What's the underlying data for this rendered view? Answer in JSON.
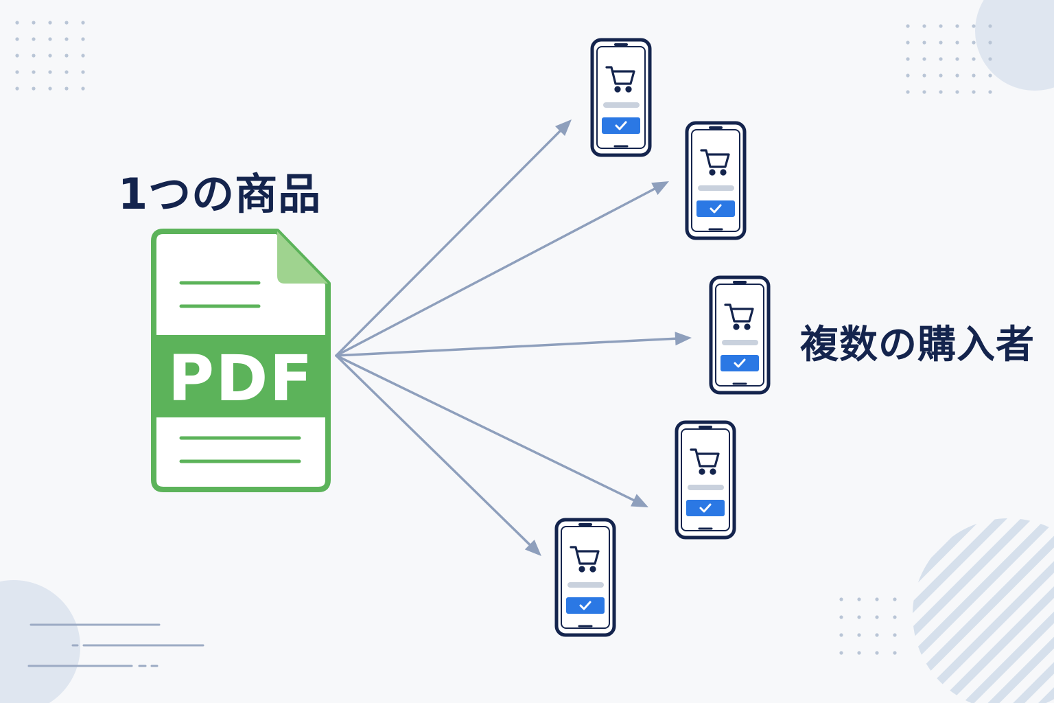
{
  "product_label": "1つの商品",
  "buyers_label": "複数の購入者",
  "document": {
    "format_label": "PDF",
    "icon": "pdf-file-icon"
  },
  "buyer_devices": {
    "count": 5,
    "device_icon": "smartphone-icon",
    "screen_icons": [
      "shopping-cart-icon",
      "checkmark-icon"
    ]
  },
  "colors": {
    "background": "#f7f8fa",
    "text": "#14244d",
    "document_green": "#5cb35a",
    "document_fold": "#9fd38f",
    "arrow": "#8e9fbc",
    "phone_outline": "#14244d",
    "confirm_button": "#2b78e4",
    "decor": "#d6e0ec"
  }
}
